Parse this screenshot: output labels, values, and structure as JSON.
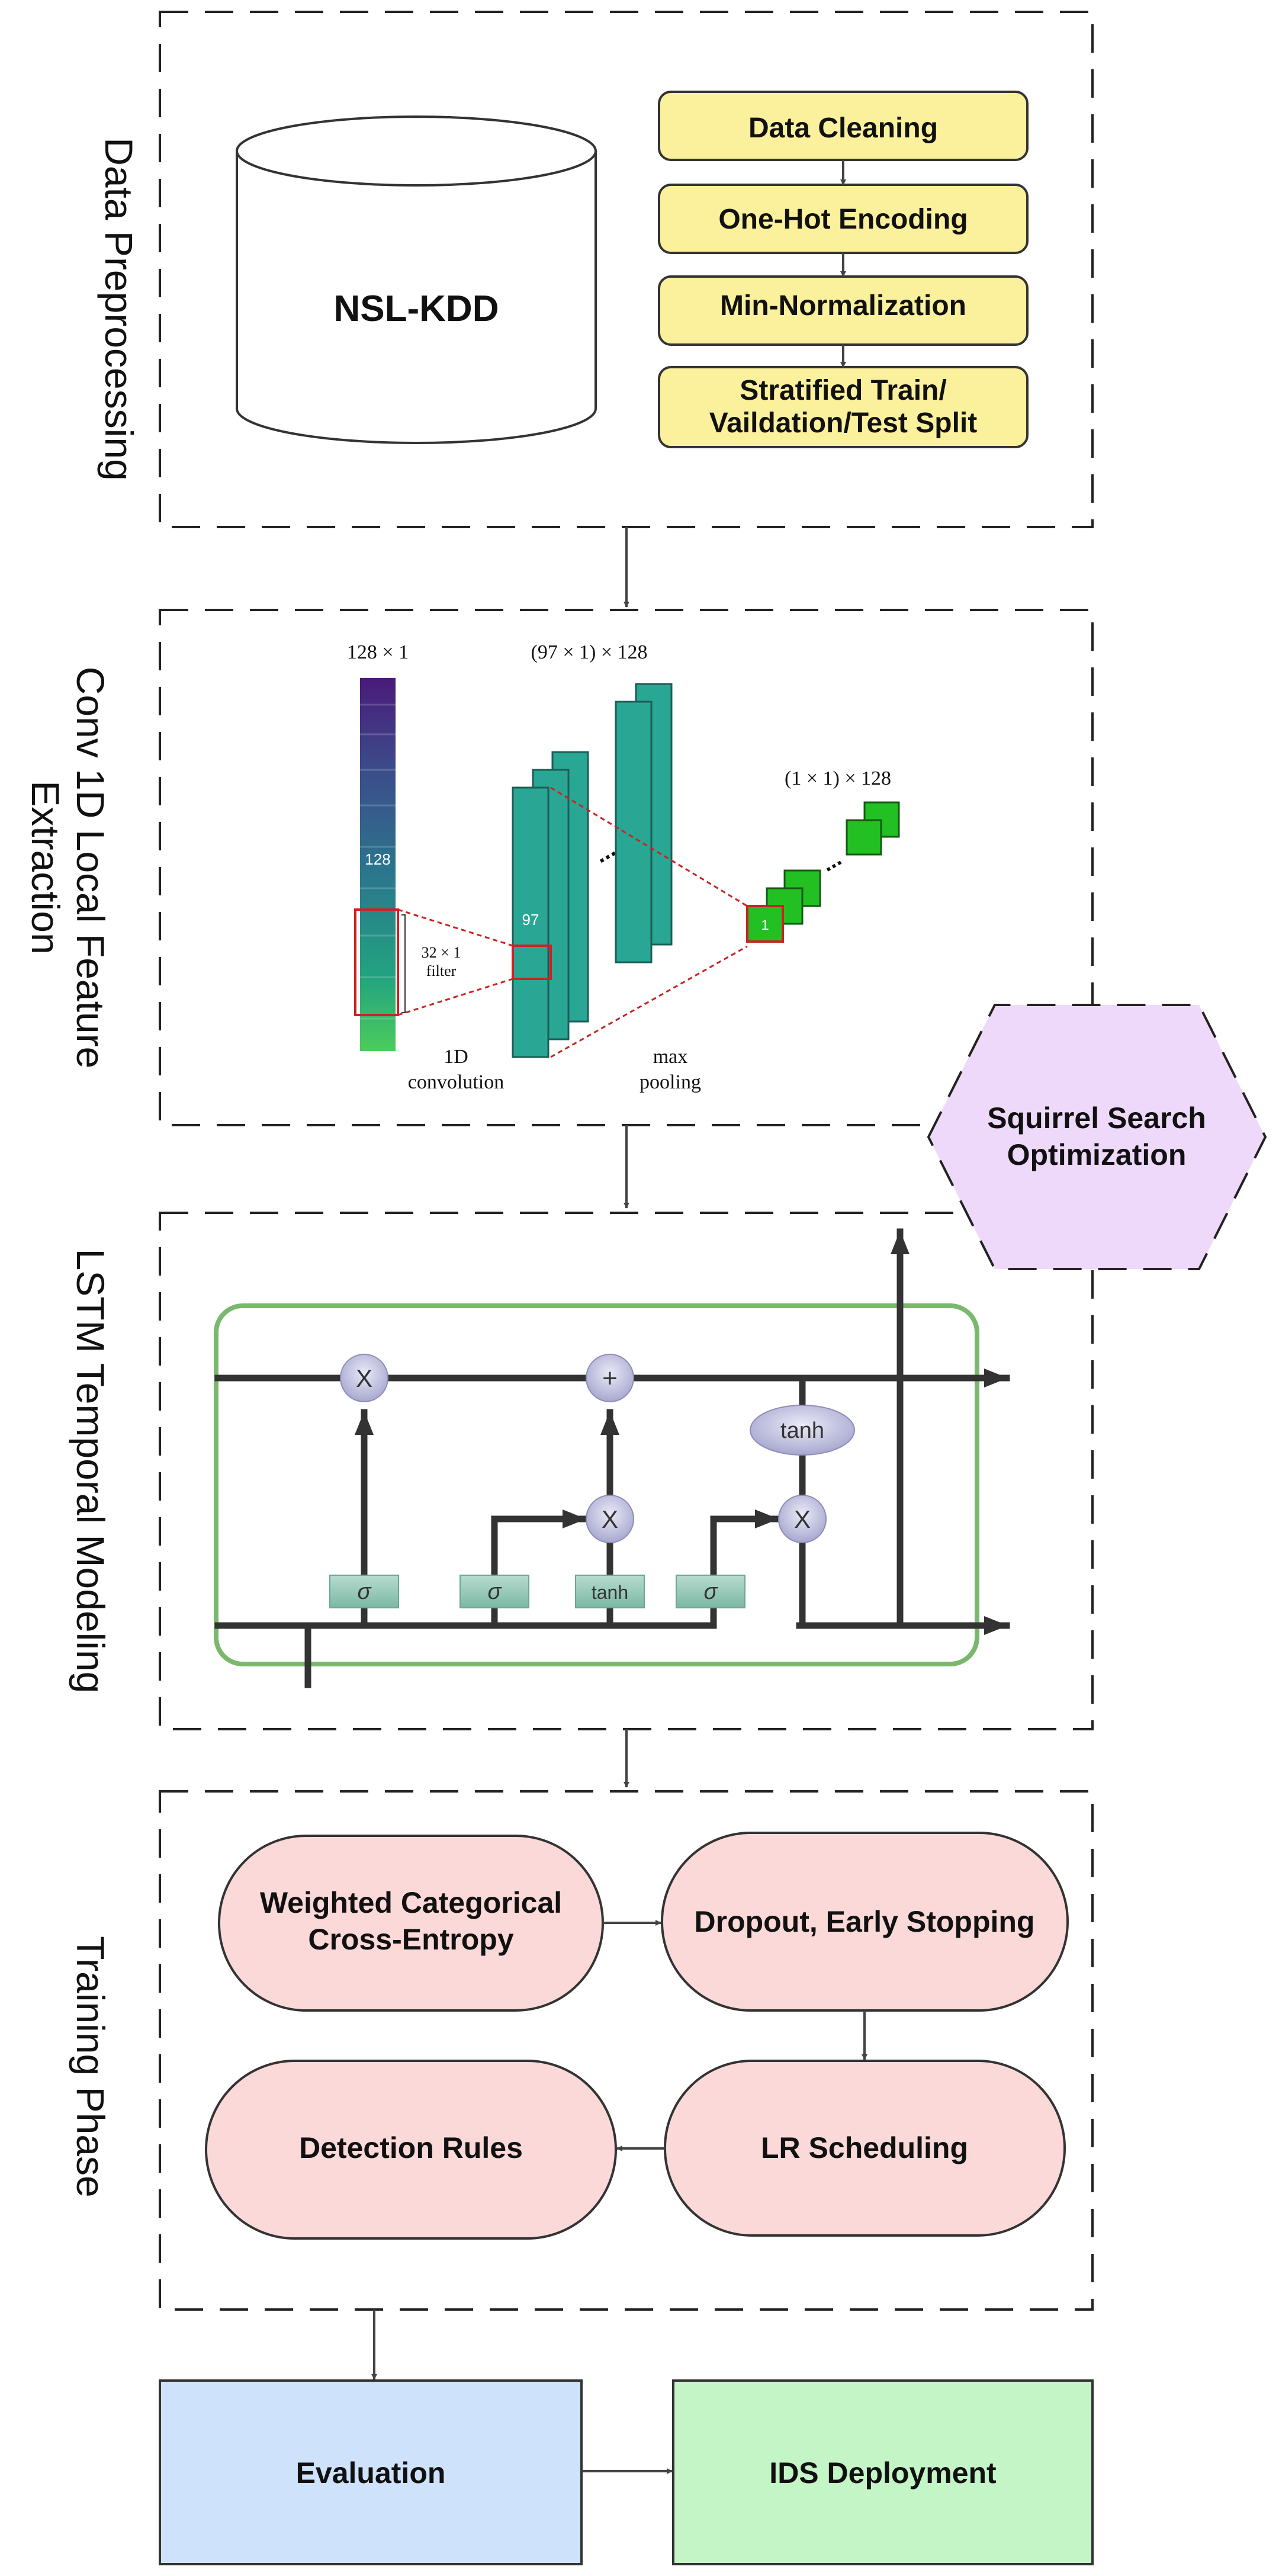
{
  "sections": {
    "preprocessing": "Data Preprocessing",
    "conv_line1": "Conv 1D Local Feature",
    "conv_line2": "Extraction",
    "lstm": "LSTM Temporal Modeling",
    "training": "Training Phase"
  },
  "preprocessing": {
    "database": "NSL-KDD",
    "steps": [
      "Data Cleaning",
      "One-Hot Encoding",
      "Min-Normalization",
      "Stratified Train/",
      "Vaildation/Test  Split"
    ]
  },
  "conv": {
    "input_dim": "128 × 1",
    "input_count": "128",
    "filter_line1": "32 × 1",
    "filter_line2": "filter",
    "conv_dim": "(97 × 1) × 128",
    "conv_count": "97",
    "conv_label_line1": "1D",
    "conv_label_line2": "convolution",
    "pool_label_line1": "max",
    "pool_label_line2": "pooling",
    "pool_dim": "(1 × 1) × 128",
    "pool_count": "1",
    "ellipsis": "..."
  },
  "lstm": {
    "multiply": "X",
    "add": "+",
    "sigma": "σ",
    "tanh": "tanh"
  },
  "ssa": {
    "line1": "Squirrel Search",
    "line2": "Optimization"
  },
  "training": {
    "loss_line1": "Weighted Categorical",
    "loss_line2": "Cross-Entropy",
    "regularization": "Dropout, Early Stopping",
    "lr": "LR Scheduling",
    "rules": "Detection Rules"
  },
  "outputs": {
    "evaluation": "Evaluation",
    "deployment": "IDS Deployment"
  },
  "colors": {
    "step_fill": "#fbf19c",
    "training_fill": "#fcd9d9",
    "evaluation_fill": "#cfe2fb",
    "deployment_fill": "#c4f5c7",
    "ssa_fill": "#efd9fb",
    "teal": "#2aa695",
    "green": "#22c022",
    "lstm_border": "#7ab86d"
  }
}
